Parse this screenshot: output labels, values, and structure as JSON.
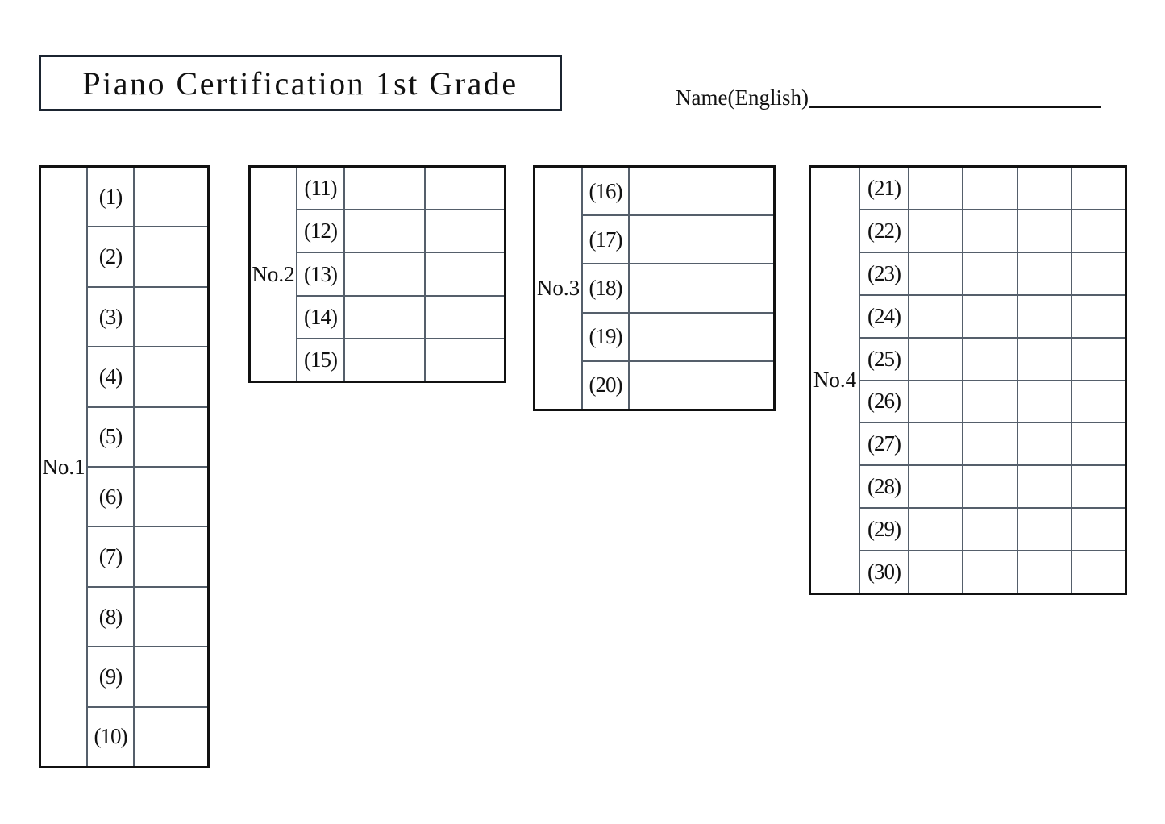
{
  "document": {
    "title": "Piano Certification 1st Grade",
    "name_field": {
      "label": "Name(English)",
      "value": "",
      "placeholder": ""
    }
  },
  "tables": [
    {
      "id": "table-1",
      "label": "No.1",
      "answer_columns": 1,
      "rows": [
        {
          "number": "(1)",
          "answers": [
            ""
          ]
        },
        {
          "number": "(2)",
          "answers": [
            ""
          ]
        },
        {
          "number": "(3)",
          "answers": [
            ""
          ]
        },
        {
          "number": "(4)",
          "answers": [
            ""
          ]
        },
        {
          "number": "(5)",
          "answers": [
            ""
          ]
        },
        {
          "number": "(6)",
          "answers": [
            ""
          ]
        },
        {
          "number": "(7)",
          "answers": [
            ""
          ]
        },
        {
          "number": "(8)",
          "answers": [
            ""
          ]
        },
        {
          "number": "(9)",
          "answers": [
            ""
          ]
        },
        {
          "number": "(10)",
          "answers": [
            ""
          ]
        }
      ]
    },
    {
      "id": "table-2",
      "label": "No.2",
      "answer_columns": 2,
      "rows": [
        {
          "number": "(11)",
          "answers": [
            "",
            ""
          ]
        },
        {
          "number": "(12)",
          "answers": [
            "",
            ""
          ]
        },
        {
          "number": "(13)",
          "answers": [
            "",
            ""
          ]
        },
        {
          "number": "(14)",
          "answers": [
            "",
            ""
          ]
        },
        {
          "number": "(15)",
          "answers": [
            "",
            ""
          ]
        }
      ]
    },
    {
      "id": "table-3",
      "label": "No.3",
      "answer_columns": 1,
      "rows": [
        {
          "number": "(16)",
          "answers": [
            ""
          ]
        },
        {
          "number": "(17)",
          "answers": [
            ""
          ]
        },
        {
          "number": "(18)",
          "answers": [
            ""
          ]
        },
        {
          "number": "(19)",
          "answers": [
            ""
          ]
        },
        {
          "number": "(20)",
          "answers": [
            ""
          ]
        }
      ]
    },
    {
      "id": "table-4",
      "label": "No.4",
      "answer_columns": 4,
      "rows": [
        {
          "number": "(21)",
          "answers": [
            "",
            "",
            "",
            ""
          ]
        },
        {
          "number": "(22)",
          "answers": [
            "",
            "",
            "",
            ""
          ]
        },
        {
          "number": "(23)",
          "answers": [
            "",
            "",
            "",
            ""
          ]
        },
        {
          "number": "(24)",
          "answers": [
            "",
            "",
            "",
            ""
          ]
        },
        {
          "number": "(25)",
          "answers": [
            "",
            "",
            "",
            ""
          ]
        },
        {
          "number": "(26)",
          "answers": [
            "",
            "",
            "",
            ""
          ]
        },
        {
          "number": "(27)",
          "answers": [
            "",
            "",
            "",
            ""
          ]
        },
        {
          "number": "(28)",
          "answers": [
            "",
            "",
            "",
            ""
          ]
        },
        {
          "number": "(29)",
          "answers": [
            "",
            "",
            "",
            ""
          ]
        },
        {
          "number": "(30)",
          "answers": [
            "",
            "",
            "",
            ""
          ]
        }
      ]
    }
  ],
  "colors": {
    "ink": "#111111",
    "grid_line": "#555f6b",
    "title_border": "#1b2430",
    "paper": "#ffffff"
  }
}
